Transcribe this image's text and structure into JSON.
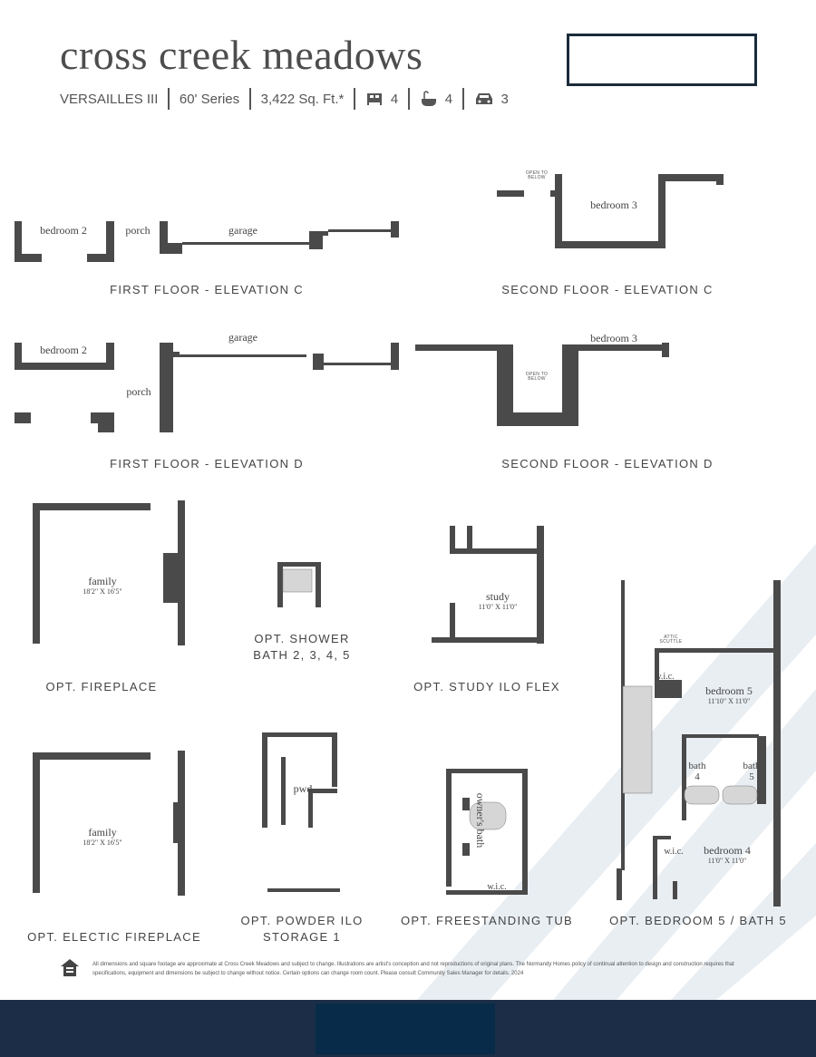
{
  "header": {
    "title": "cross creek meadows",
    "model": "VERSAILLES III",
    "series": "60' Series",
    "sqft": "3,422 Sq. Ft.*",
    "bedrooms": "4",
    "baths": "4",
    "garage": "3",
    "icons": [
      "bed-icon",
      "bathtub-icon",
      "car-icon"
    ]
  },
  "plans": {
    "first_c": {
      "caption": "FIRST FLOOR - ELEVATION C",
      "rooms": [
        "bedroom 2",
        "porch",
        "garage"
      ]
    },
    "second_c": {
      "caption": "SECOND FLOOR - ELEVATION C",
      "rooms": [
        "bedroom 3"
      ],
      "note": "OPEN TO BELOW"
    },
    "first_d": {
      "caption": "FIRST FLOOR - ELEVATION D",
      "rooms": [
        "bedroom 2",
        "porch",
        "garage"
      ]
    },
    "second_d": {
      "caption": "SECOND FLOOR - ELEVATION D",
      "rooms": [
        "bedroom 3"
      ],
      "note": "OPEN TO BELOW"
    }
  },
  "options": {
    "fireplace": {
      "caption": "OPT. FIREPLACE",
      "room": "family",
      "dim": "18'2\" X 16'5\""
    },
    "shower": {
      "caption_1": "OPT. SHOWER",
      "caption_2": "BATH 2, 3, 4, 5"
    },
    "study": {
      "caption": "OPT. STUDY ILO FLEX",
      "room": "study",
      "dim": "11'0\" X 11'0\""
    },
    "electric": {
      "caption": "OPT. ELECTIC FIREPLACE",
      "room": "family",
      "dim": "18'2\" X 16'5\""
    },
    "powder": {
      "caption_1": "OPT. POWDER ILO",
      "caption_2": "STORAGE 1",
      "room": "pwd"
    },
    "tub": {
      "caption": "OPT. FREESTANDING TUB",
      "room": "owner's bath",
      "wic": "w.i.c."
    },
    "bed5": {
      "caption": "OPT. BEDROOM 5 / BATH 5",
      "attic": "ATTIC SCUTTLE",
      "wic": "w.i.c.",
      "bedroom5": "bedroom 5",
      "bedroom5_dim": "11'10\" X 11'0\"",
      "bath4": "bath 4",
      "bath5": "bath 5",
      "bedroom4": "bedroom 4",
      "bedroom4_dim": "11'0\" X 11'0\""
    }
  },
  "disclaimer": "All dimensions and square footage are approximate at Cross Creek Meadows and subject to change. Illustrations are artist's conception and not reproductions of original plans. The Normandy Homes policy of continual attention to design and construction requires that specifications, equipment and dimensions be subject to change without notice. Certain options can change room count. Please consult Community Sales Manager for details. 2024",
  "colors": {
    "wall": "#4a4a4a",
    "footer": "#1c2e47",
    "footer_center": "#072b48",
    "box_border": "#1b2b3a",
    "stripe": "#e9eef3"
  }
}
